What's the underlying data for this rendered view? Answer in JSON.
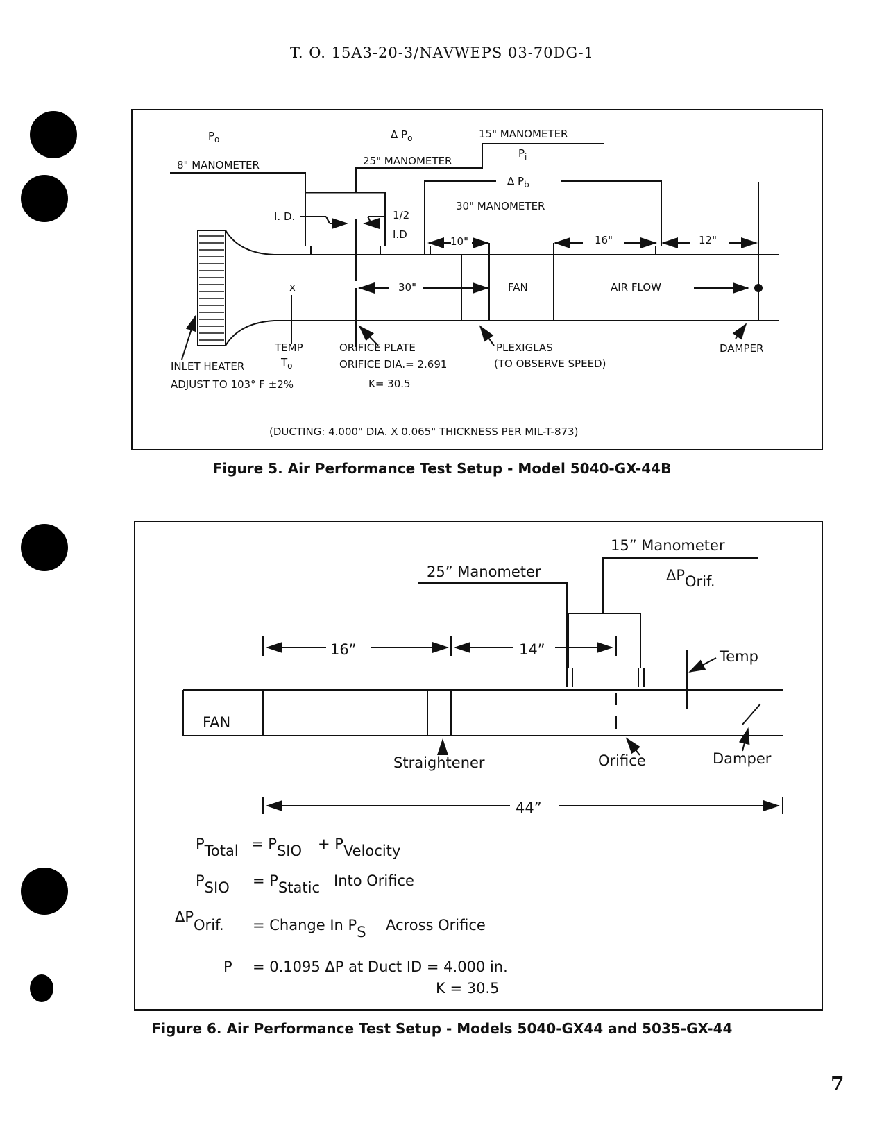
{
  "header": "T. O. 15A3-20-3/NAVWEPS 03-70DG-1",
  "page_number": "7",
  "fig5": {
    "caption": "Figure 5.  Air Performance Test Setup - Model 5040-GX-44B",
    "p0": "P",
    "p0_sub": "o",
    "dp0": "Δ P",
    "dp0_sub": "o",
    "man15": "15\" MANOMETER",
    "pi": "P",
    "pi_sub": "i",
    "man8": "8\" MANOMETER",
    "man25": "25\" MANOMETER",
    "dpb": "Δ P",
    "dpb_sub": "b",
    "man30": "30\"  MANOMETER",
    "id": "I. D.",
    "half": "1/2",
    "id2": "I.D",
    "d10": "10\"",
    "d16": "16\"",
    "d12": "12\"",
    "x_mark": "x",
    "d30": "30\"",
    "fan": "FAN",
    "airflow": "AIR FLOW",
    "temp": "TEMP",
    "t0": "T",
    "t0_sub": "o",
    "orifice_plate": "ORIFICE PLATE",
    "orifice_dia": "ORIFICE DIA.= 2.691",
    "k": "K= 30.5",
    "plexiglas": "PLEXIGLAS",
    "observe": "(TO OBSERVE SPEED)",
    "damper": "DAMPER",
    "inlet_heater": "INLET HEATER",
    "adjust": "ADJUST TO 103° F ±2%",
    "ducting": "(DUCTING:  4.000\" DIA. X 0.065\" THICKNESS PER MIL-T-873)"
  },
  "fig6": {
    "caption": "Figure 6.  Air Performance Test Setup - Models 5040-GX44 and 5035-GX-44",
    "man15": "15” Manometer",
    "man25": "25” Manometer",
    "dp_orif": "ΔP",
    "dp_orif_sub": "Orif.",
    "d16": "16”",
    "d14": "14”",
    "temp": "Temp",
    "fan": "FAN",
    "straightener": "Straightener",
    "orifice": "Orifice",
    "damper": "Damper",
    "d44": "44”",
    "eq": [
      {
        "lhs": "P",
        "lhs_sub": "Total",
        "rhs": "= P",
        "rhs_sub": "SIO",
        "rhs2": "+ P",
        "rhs2_sub": "Velocity"
      },
      {
        "lhs": "P",
        "lhs_sub": "SIO",
        "rhs": "= P",
        "rhs_sub": "Static",
        "rhs2": "Into Orifice",
        "rhs2_sub": ""
      },
      {
        "lhs": "ΔP",
        "lhs_sub": "Orif.",
        "rhs": "= Change In P",
        "rhs_sub": "S",
        "rhs2": "Across Orifice",
        "rhs2_sub": ""
      },
      {
        "lhs": "P",
        "lhs_sub": "",
        "rhs": "= 0.1095 ΔP  at  Duct ID  =  4.000 in.",
        "rhs_sub": "",
        "rhs2": "",
        "rhs2_sub": ""
      }
    ],
    "k_line": "K  =  30.5"
  }
}
